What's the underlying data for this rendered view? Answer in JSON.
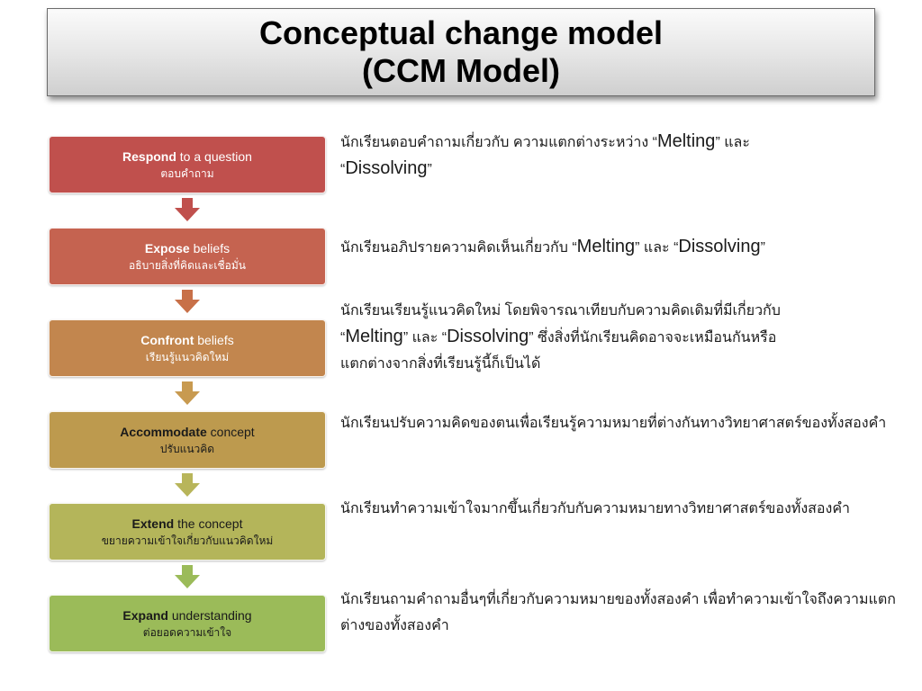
{
  "title": {
    "line1": "Conceptual change model",
    "line2": "(CCM Model)"
  },
  "steps": [
    {
      "bold": "Respond",
      "rest": " to a question",
      "thai": "ตอบคำถาม",
      "color": "#c0504d"
    },
    {
      "bold": "Expose",
      "rest": " beliefs",
      "thai": "อธิบายสิ่งที่คิดและเชื่อมั่น",
      "color": "#c56350"
    },
    {
      "bold": "Confront",
      "rest": " beliefs",
      "thai": "เรียนรู้แนวคิดใหม่",
      "color": "#c2864e"
    },
    {
      "bold": "Accommodate",
      "rest": " concept",
      "thai": "ปรับแนวคิด",
      "color": "#bd9a4e"
    },
    {
      "bold": "Extend",
      "rest": " the concept",
      "thai": "ขยายความเข้าใจเกี่ยวกับแนวคิดใหม่",
      "color": "#b4b55a"
    },
    {
      "bold": "Expand",
      "rest": " understanding",
      "thai": "ต่อยอดความเข้าใจ",
      "color": "#9bbb59"
    }
  ],
  "arrow_colors": [
    "#c0504d",
    "#c87048",
    "#c89a50",
    "#b8b55a",
    "#9bbb59"
  ],
  "descriptions": [
    {
      "t1": "นักเรียนตอบคำถามเกี่ยวกับ ความแตกต่างระหว่าง “",
      "e1": "Melting",
      "t2": "” และ",
      "t3": "“",
      "e2": "Dissolving",
      "t4": "”"
    },
    {
      "t1": "นักเรียนอภิปรายความคิดเห็นเกี่ยวกับ “",
      "e1": "Melting",
      "t2": "” และ “",
      "e2": "Dissolving",
      "t3": "”"
    },
    {
      "t1": "นักเรียนเรียนรู้แนวคิดใหม่ โดยพิจารณาเทียบกับความคิดเดิมที่มีเกี่ยวกับ",
      "t2": "“",
      "e1": "Melting",
      "t3": "” และ “",
      "e2": "Dissolving",
      "t4": "” ซึ่งสิ่งที่นักเรียนคิดอาจจะเหมือนกันหรือ",
      "t5": "แตกต่างจากสิ่งที่เรียนรู้นี้ก็เป็นได้"
    },
    {
      "text": "นักเรียนปรับความคิดของตนเพื่อเรียนรู้ความหมายที่ต่างกันทางวิทยาศาสตร์ของทั้งสองคำ"
    },
    {
      "text": "นักเรียนทำความเข้าใจมากขึ้นเกี่ยวกับกับความหมายทางวิทยาศาสตร์ของทั้งสองคำ"
    },
    {
      "text": "นักเรียนถามคำถามอื่นๆที่เกี่ยวกับความหมายของทั้งสองคำ เพื่อทำความเข้าใจถึงความแตกต่างของทั้งสองคำ"
    }
  ]
}
